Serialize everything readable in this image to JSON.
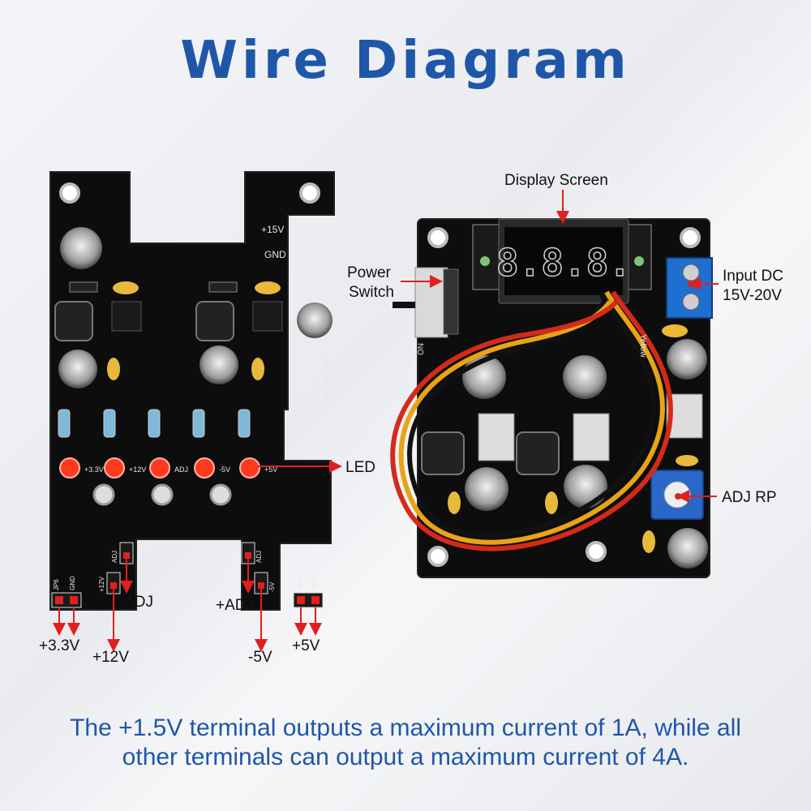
{
  "title": "Wire Diagram",
  "note": {
    "line1": "The +1.5V terminal outputs a maximum current of 1A, while all",
    "line2": "other terminals can output a maximum current of 4A."
  },
  "left_board": {
    "silk_top": [
      "+15V",
      "GND"
    ],
    "silk_side": "Adjustable",
    "led_labels": [
      "+3.3V",
      "+12V",
      "ADJ",
      "-5V",
      "+5V"
    ],
    "connector_silk": {
      "jp6": "JP6",
      "gnd_a": "GND",
      "adj_a": "ADJ",
      "p12": "+12V",
      "adj_b": "ADJ",
      "m5": "-5V",
      "p5": "+5V",
      "gnd_b": "GND"
    },
    "callouts": {
      "led": "LED",
      "adj_1": "+ADJ",
      "adj_2": "+ADJ",
      "v33": "+3.3V",
      "v12": "+12V",
      "vm5": "-5V",
      "v5": "+5V"
    }
  },
  "right_board": {
    "display_digits": "8.8.8.",
    "silk": {
      "on": "ON",
      "yellow": "Yellow"
    },
    "callouts": {
      "display": "Display Screen",
      "power_1": "Power",
      "power_2": "Switch",
      "input_1": "Input DC",
      "input_2": "15V-20V",
      "adj_rp": "ADJ RP"
    }
  },
  "colors": {
    "title": "#1f57a8",
    "pcb": "#0d0d0d",
    "arrow": "#e02020",
    "terminal": "#1e6fd0",
    "pot": "#2a67c9",
    "led": "#ff3b1f"
  }
}
